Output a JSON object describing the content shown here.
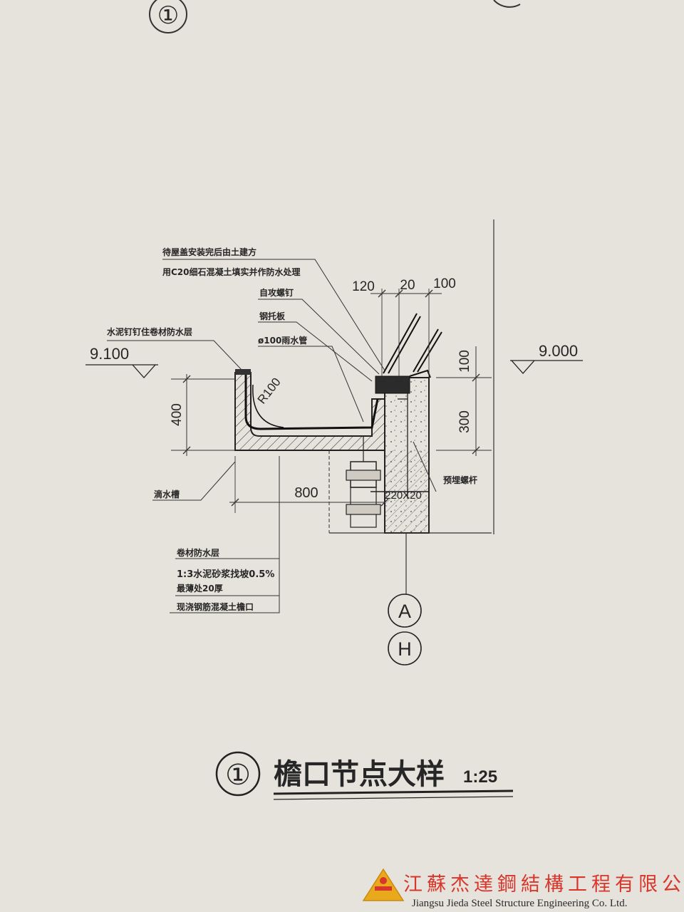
{
  "top_marker": "①",
  "notes": {
    "top_line1": "待屋盖安装完后由土建方",
    "top_line2": "用C20细石混凝土填实并作防水处理",
    "self_tapping_screw": "自攻螺钉",
    "steel_bracket": "钢托板",
    "rain_pipe": "ø100雨水管",
    "cement_nail": "水泥钉钉住卷材防水层",
    "drip_groove": "滴水槽",
    "embedded_bolt": "预埋螺杆",
    "layers": [
      "卷材防水层",
      "1:3水泥砂浆找坡0.5%",
      "最薄处20厚",
      "现浇钢筋混凝土檐口"
    ]
  },
  "dimensions": {
    "top_120": "120",
    "top_20": "20",
    "top_100": "100",
    "right_100": "100",
    "right_300": "300",
    "left_400": "400",
    "radius": "R100",
    "bottom_800": "800",
    "plate": "220X20"
  },
  "elevations": {
    "left": "9.100",
    "right": "9.000"
  },
  "axes": [
    "A",
    "H"
  ],
  "title": {
    "number": "①",
    "text": "檐口节点大样",
    "scale": "1:25"
  },
  "company": {
    "name_cn": "江蘇杰達鋼結構工程有限公司",
    "name_en": "Jiangsu Jieda Steel Structure Engineering Co. Ltd."
  },
  "colors": {
    "paper": "#e6e3dc",
    "ink": "#262626",
    "brand_red": "#d8362b",
    "brand_gold": "#e9a91d"
  }
}
